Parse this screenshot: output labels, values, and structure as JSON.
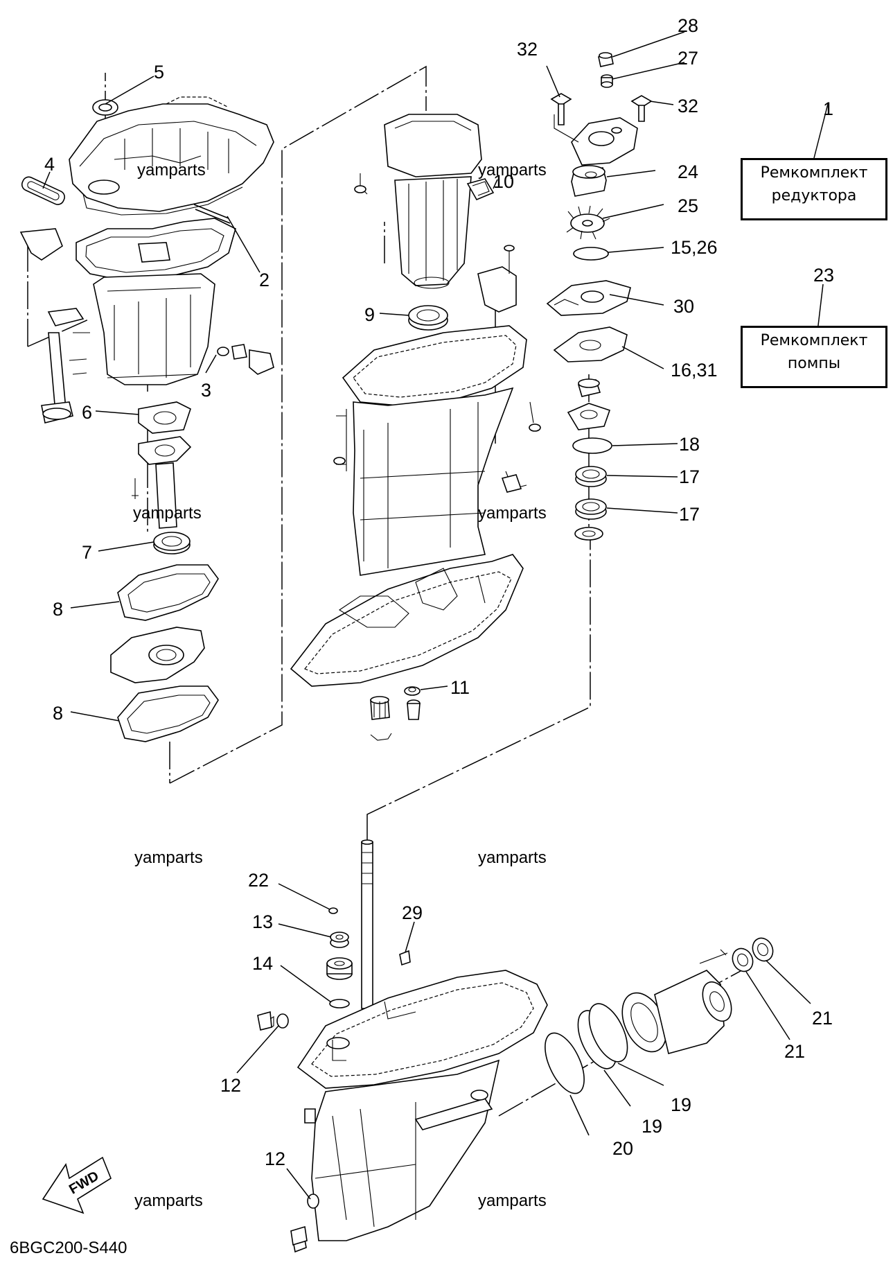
{
  "callouts": {
    "c1": "1",
    "c2": "2",
    "c3": "3",
    "c4": "4",
    "c5": "5",
    "c6": "6",
    "c7": "7",
    "c8a": "8",
    "c8b": "8",
    "c9": "9",
    "c10": "10",
    "c11": "11",
    "c12a": "12",
    "c12b": "12",
    "c13": "13",
    "c14": "14",
    "c15_26": "15,26",
    "c16_31": "16,31",
    "c17a": "17",
    "c17b": "17",
    "c18": "18",
    "c19a": "19",
    "c19b": "19",
    "c20": "20",
    "c21a": "21",
    "c21b": "21",
    "c22": "22",
    "c23": "23",
    "c24": "24",
    "c25": "25",
    "c27": "27",
    "c28": "28",
    "c29": "29",
    "c30": "30",
    "c32a": "32",
    "c32b": "32"
  },
  "kits": {
    "gearbox_line1": "Ремкомплект",
    "gearbox_line2": "редуктора",
    "pump_line1": "Ремкомплект",
    "pump_line2": "помпы"
  },
  "watermarks": {
    "w1": "yamparts",
    "w2": "yamparts",
    "w3": "yamparts",
    "w4": "yamparts",
    "w5": "yamparts",
    "w6": "yamparts",
    "w7": "yamparts",
    "w8": "yamparts"
  },
  "fwd_label": "FWD",
  "diagram_code": "6BGC200-S440"
}
